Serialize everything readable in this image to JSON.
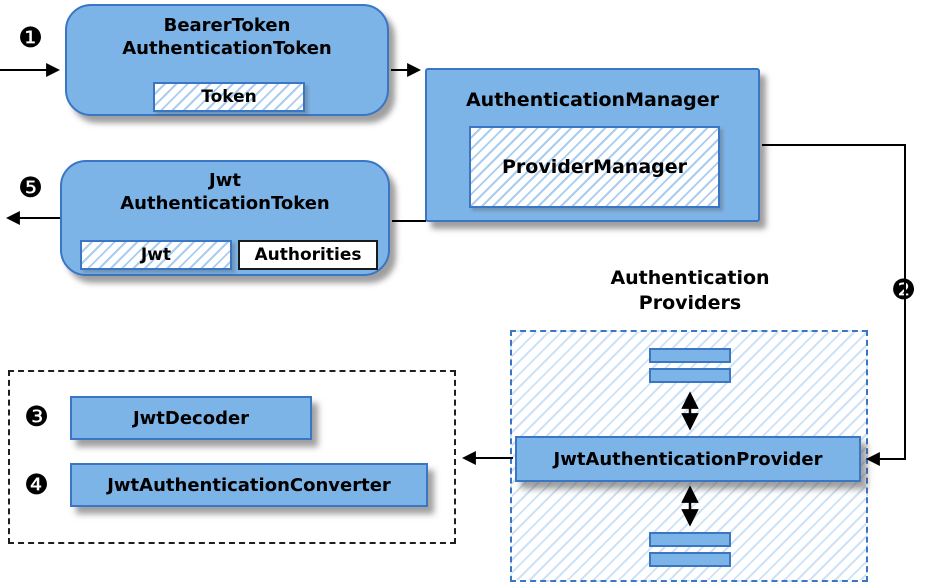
{
  "steps": {
    "s1": "❶",
    "s2": "❷",
    "s3": "❸",
    "s4": "❹",
    "s5": "❺"
  },
  "bearer_token": {
    "line1": "BearerToken",
    "line2": "AuthenticationToken",
    "inner": "Token"
  },
  "auth_manager": {
    "title": "AuthenticationManager",
    "inner": "ProviderManager"
  },
  "jwt_token": {
    "line1": "Jwt",
    "line2": "AuthenticationToken",
    "jwt": "Jwt",
    "authorities": "Authorities"
  },
  "providers": {
    "line1": "Authentication",
    "line2": "Providers",
    "provider": "JwtAuthenticationProvider"
  },
  "resolvers": {
    "decoder": "JwtDecoder",
    "converter": "JwtAuthenticationConverter"
  },
  "colors": {
    "box_fill": "#7db4e8",
    "box_border": "#3a76c4",
    "hatch_stripe": "#a8cdf0",
    "arrow": "#000000"
  }
}
